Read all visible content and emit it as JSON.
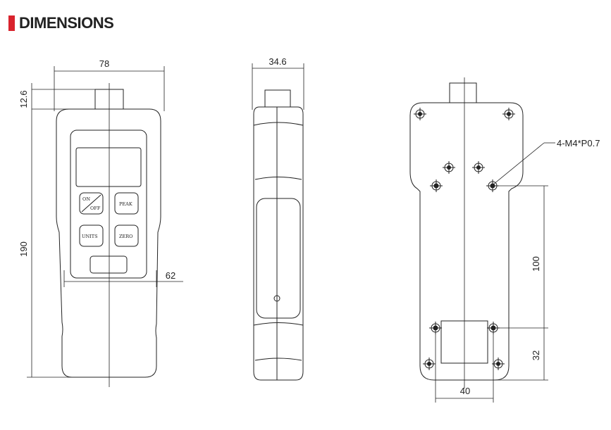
{
  "header": {
    "title": "DIMENSIONS"
  },
  "colors": {
    "accent": "#d9232d",
    "line": "#222222"
  },
  "front": {
    "buttons": {
      "on": "ON",
      "off": "OFF",
      "peak": "PEAK",
      "units": "UNITS",
      "zero": "ZERO"
    }
  },
  "dims": {
    "width": "78",
    "connector": "12.6",
    "height": "190",
    "body_width": "62",
    "depth": "34.6",
    "holes": "4-M4*P0.7",
    "spacing_v": "100",
    "bottom": "32",
    "spacing_h": "40"
  }
}
